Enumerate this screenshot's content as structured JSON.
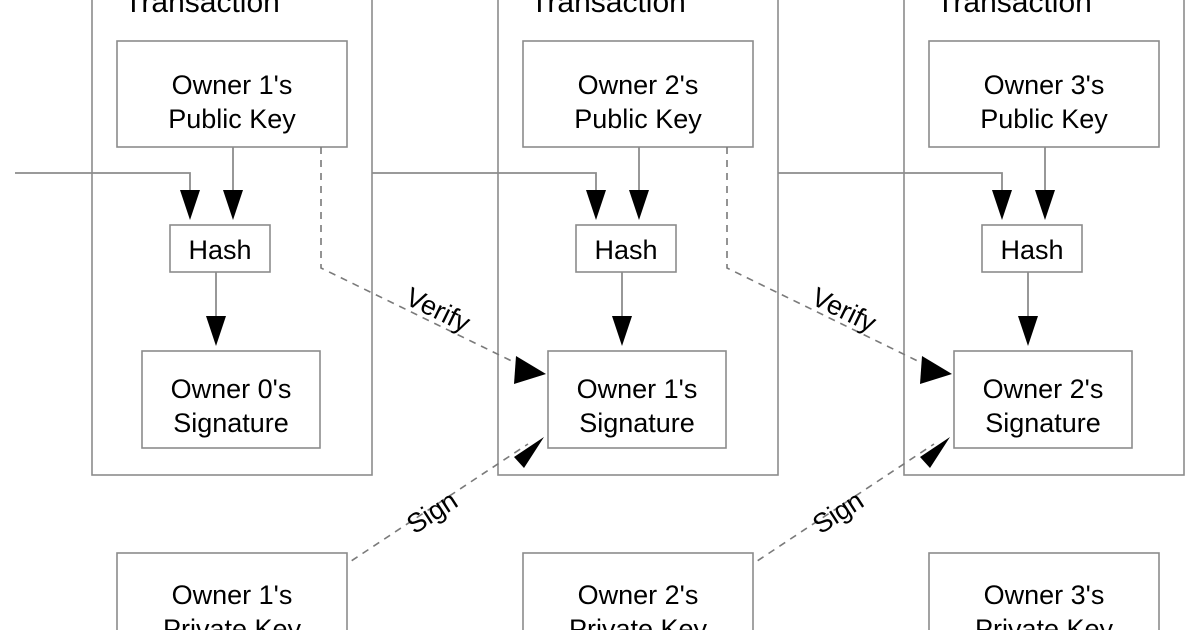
{
  "diagram": {
    "name": "transaction-chain-diagram",
    "title_repeated": "Transaction",
    "colors": {
      "background": "#ffffff",
      "box_stroke": "#8c8c8c",
      "line_stroke": "#8c8c8c",
      "dashed_stroke": "#7a7a7a",
      "arrow_fill": "#000000",
      "text": "#000000"
    },
    "transactions": [
      {
        "id": "transaction-1",
        "title": "Transaction",
        "public_key": {
          "line1": "Owner 1's",
          "line2": "Public Key"
        },
        "hash": "Hash",
        "signature": {
          "line1": "Owner 0's",
          "line2": "Signature"
        }
      },
      {
        "id": "transaction-2",
        "title": "Transaction",
        "public_key": {
          "line1": "Owner 2's",
          "line2": "Public Key"
        },
        "hash": "Hash",
        "signature": {
          "line1": "Owner 1's",
          "line2": "Signature"
        }
      },
      {
        "id": "transaction-3",
        "title": "Transaction",
        "public_key": {
          "line1": "Owner 3's",
          "line2": "Public Key"
        },
        "hash": "Hash",
        "signature": {
          "line1": "Owner 2's",
          "line2": "Signature"
        }
      }
    ],
    "private_keys": [
      {
        "id": "private-key-1",
        "line1": "Owner 1's",
        "line2": "Private Key"
      },
      {
        "id": "private-key-2",
        "line1": "Owner 2's",
        "line2": "Private Key"
      },
      {
        "id": "private-key-3",
        "line1": "Owner 3's",
        "line2": "Private Key"
      }
    ],
    "edge_labels": {
      "verify_1": "Verify",
      "verify_2": "Verify",
      "sign_1": "Sign",
      "sign_2": "Sign"
    }
  }
}
